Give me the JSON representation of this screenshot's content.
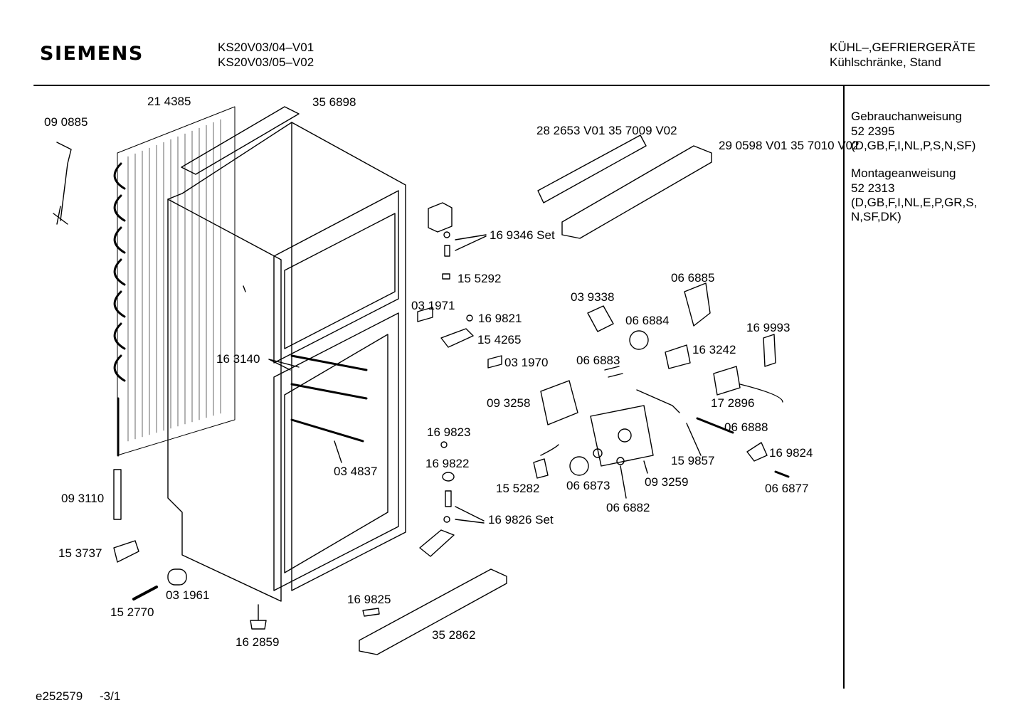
{
  "header": {
    "brand": "SIEMENS",
    "model_line1": "KS20V03/04–V01",
    "model_line2": "KS20V03/05–V02",
    "category_line1": "KÜHL–,GEFRIERGERÄTE",
    "category_line2": "Kühlschränke, Stand"
  },
  "sidebar": {
    "manual_title": "Gebrauchanweisung",
    "manual_number": "52 2395",
    "manual_langs": "(D,GB,F,I,NL,P,S,N,SF)",
    "assembly_title": "Montageanweisung",
    "assembly_number": "52 2313",
    "assembly_langs_1": "(D,GB,F,I,NL,E,P,GR,S,",
    "assembly_langs_2": "N,SF,DK)"
  },
  "footer": {
    "drawing_id": "e252579",
    "page": "-3/1"
  },
  "parts": [
    {
      "id": "p214385",
      "text": "21 4385"
    },
    {
      "id": "p356898",
      "text": "35 6898"
    },
    {
      "id": "p090885",
      "text": "09 0885"
    },
    {
      "id": "p282653",
      "text": "28 2653\nV01\n35 7009\nV02"
    },
    {
      "id": "p290598",
      "text": "29 0598\nV01\n35 7010\nV02"
    },
    {
      "id": "p169346",
      "text": "16 9346\n Set"
    },
    {
      "id": "p155292",
      "text": "15 5292"
    },
    {
      "id": "p066885",
      "text": "06 6885"
    },
    {
      "id": "p039338",
      "text": "03 9338"
    },
    {
      "id": "p066884",
      "text": "06 6884"
    },
    {
      "id": "p031971",
      "text": "03 1971"
    },
    {
      "id": "p169821",
      "text": "16 9821"
    },
    {
      "id": "p154265",
      "text": "15 4265"
    },
    {
      "id": "p169993",
      "text": "16 9993"
    },
    {
      "id": "p163242",
      "text": "16 3242"
    },
    {
      "id": "p163140",
      "text": "16 3140"
    },
    {
      "id": "p031970",
      "text": "03 1970"
    },
    {
      "id": "p066883",
      "text": "06 6883"
    },
    {
      "id": "p093258",
      "text": "09 3258"
    },
    {
      "id": "p172896",
      "text": "17 2896"
    },
    {
      "id": "p066888",
      "text": "06 6888"
    },
    {
      "id": "p169823",
      "text": "16 9823"
    },
    {
      "id": "p169822",
      "text": "16 9822"
    },
    {
      "id": "p034837",
      "text": "03 4837"
    },
    {
      "id": "p159857",
      "text": "15 9857"
    },
    {
      "id": "p169824",
      "text": "16 9824"
    },
    {
      "id": "p155282",
      "text": "15 5282"
    },
    {
      "id": "p066873",
      "text": "06 6873"
    },
    {
      "id": "p093259",
      "text": "09 3259"
    },
    {
      "id": "p066877",
      "text": "06 6877"
    },
    {
      "id": "p093110",
      "text": "09 3110"
    },
    {
      "id": "p066882",
      "text": "06 6882"
    },
    {
      "id": "p169826",
      "text": "16 9826\n Set"
    },
    {
      "id": "p153737",
      "text": "15 3737"
    },
    {
      "id": "p031961",
      "text": "03 1961"
    },
    {
      "id": "p169825",
      "text": "16 9825"
    },
    {
      "id": "p152770",
      "text": "15 2770"
    },
    {
      "id": "p352862",
      "text": "35 2862"
    },
    {
      "id": "p162859",
      "text": "16 2859"
    }
  ]
}
